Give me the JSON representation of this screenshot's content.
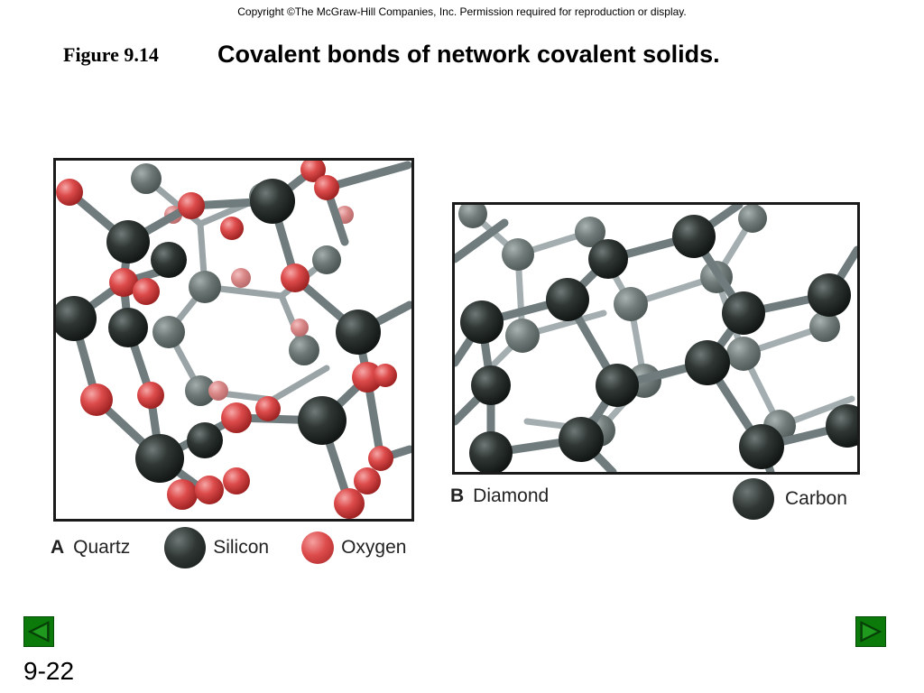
{
  "copyright": "Copyright ©The McGraw-Hill Companies, Inc.  Permission required for reproduction or display.",
  "figure": {
    "label": "Figure 9.14",
    "title": "Covalent bonds of network covalent solids."
  },
  "panel_a": {
    "letter": "A",
    "name": "Quartz",
    "legend": [
      {
        "atom": "Silicon",
        "color": "#2f3634"
      },
      {
        "atom": "Oxygen",
        "color": "#dd4b4b"
      }
    ]
  },
  "panel_b": {
    "letter": "B",
    "name": "Diamond",
    "legend": [
      {
        "atom": "Carbon",
        "color": "#2f3634"
      }
    ]
  },
  "colors": {
    "bond": "#6f7b7d",
    "silicon": "#2f3634",
    "oxygen": "#dd4b4b",
    "nav_button": "#0b7a0b"
  },
  "nav": {
    "prev_icon": "left-arrow-icon",
    "next_icon": "right-arrow-icon"
  },
  "slide_number": "9-22"
}
